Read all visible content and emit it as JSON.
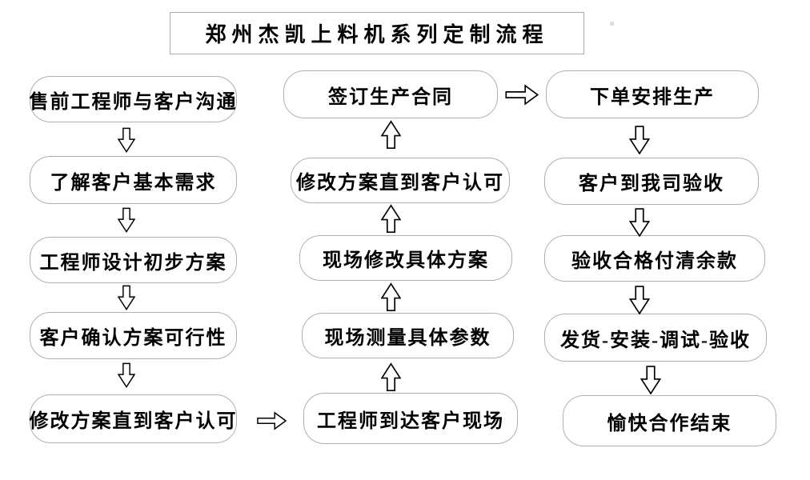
{
  "title": "郑州杰凯上料机系列定制流程",
  "flow": {
    "columns": [
      {
        "id": "left",
        "direction": "down",
        "steps": [
          "售前工程师与客户沟通",
          "了解客户基本需求",
          "工程师设计初步方案",
          "客户确认方案可行性",
          "修改方案直到客户认可"
        ]
      },
      {
        "id": "middle",
        "direction": "up",
        "steps": [
          "签订生产合同",
          "修改方案直到客户认可",
          "现场修改具体方案",
          "现场测量具体参数",
          "工程师到达客户现场"
        ]
      },
      {
        "id": "right",
        "direction": "down",
        "steps": [
          "下单安排生产",
          "客户到我司验收",
          "验收合格付清余款",
          "发货-安装-调试-验收",
          "愉快合作结束"
        ]
      }
    ]
  },
  "icons": {
    "arrow_down": "⇩",
    "arrow_up": "⇧",
    "arrow_right": "⇨"
  },
  "colors": {
    "background": "#ffffff",
    "box_border": "#b0b0b0",
    "arrow_outline": "#000000",
    "text": "#000000"
  }
}
